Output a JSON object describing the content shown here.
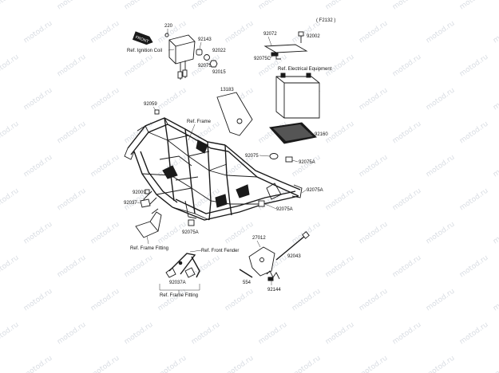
{
  "diagram": {
    "figure_code": "( F2132 )",
    "front_label": "FRONT",
    "watermark": "motod.ru",
    "labels": {
      "p220": "220",
      "ign_coil": "Ref. Ignition Coil",
      "p92143": "92143",
      "p92022": "92022",
      "p92075b": "92075B",
      "p92015": "92015",
      "p92072": "92072",
      "p92002": "92002",
      "p92075c": "92075C",
      "elec_equip": "Ref. Electrical Equipment",
      "p13183": "13183",
      "p92059": "92059",
      "ref_frame": "Ref. Frame",
      "p92160": "92160",
      "p92075_mid": "92075",
      "p92075a_r1": "92075A",
      "p92075a_r2": "92075A",
      "p92075a_c": "92075A",
      "p92009": "92009",
      "p92037": "92037",
      "p92075a_b": "92075A",
      "frame_fitting_1": "Ref. Frame Fitting",
      "front_fender": "Ref. Front Fender",
      "p92037a": "92037A",
      "frame_fitting_2": "Ref. Frame Fitting",
      "p27012": "27012",
      "p92043": "92043",
      "p554": "554",
      "p92144": "92144"
    }
  }
}
